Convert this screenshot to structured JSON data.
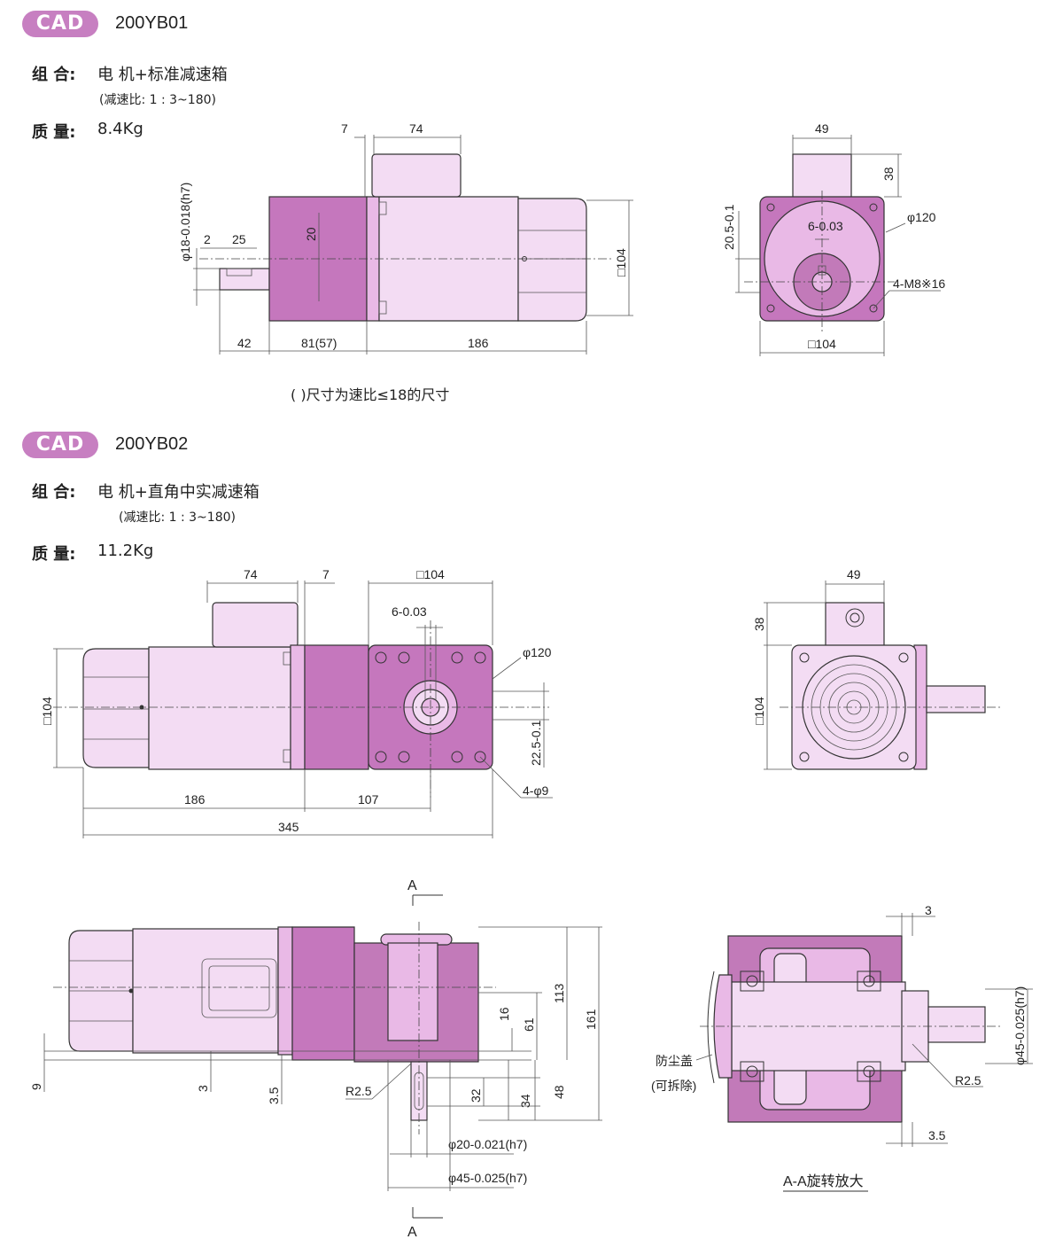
{
  "sections": [
    {
      "badge": "CAD",
      "model": "200YB01",
      "combo_label": "组 合:",
      "combo_value": "电 机+标准减速箱",
      "ratio": "(减速比: 1 : 3~180)",
      "mass_label": "质 量:",
      "mass_value": "8.4Kg",
      "note": "( )尺寸为速比≤18的尺寸"
    },
    {
      "badge": "CAD",
      "model": "200YB02",
      "combo_label": "组 合:",
      "combo_value": "电 机+直角中实减速箱",
      "ratio": "(减速比: 1 : 3~180)",
      "mass_label": "质 量:",
      "mass_value": "11.2Kg"
    }
  ],
  "dims1_front": {
    "d7": "7",
    "d74": "74",
    "shaft": "φ18-0.018(h7)",
    "d2": "2",
    "d25": "25",
    "d20": "20",
    "d104": "□104",
    "d42": "42",
    "d81": "81(57)",
    "d186": "186"
  },
  "dims1_side": {
    "d49": "49",
    "d38": "38",
    "key": "6-0.03",
    "d20_5": "20.5-0.1",
    "d120": "φ120",
    "holes": "4-M8※16",
    "d104": "□104"
  },
  "dims2_front": {
    "d74": "74",
    "d7": "7",
    "d104top": "□104",
    "key": "6-0.03",
    "d120": "φ120",
    "d104left": "□104",
    "d22_5": "22.5-0.1",
    "holes": "4-φ9",
    "d186": "186",
    "d107": "107",
    "d345": "345"
  },
  "dims2_side": {
    "d49": "49",
    "d38": "38",
    "d104": "□104"
  },
  "dims2_section": {
    "markA": "A",
    "d113": "113",
    "d161": "161",
    "d16": "16",
    "d61": "61",
    "d9": "9",
    "d3": "3",
    "d3_5": "3.5",
    "r25": "R2.5",
    "d32": "32",
    "d34": "34",
    "d48": "48",
    "shaft20": "φ20-0.021(h7)",
    "shaft45": "φ45-0.025(h7)"
  },
  "dims2_detail": {
    "d3": "3",
    "shaft45": "φ45-0.025(h7)",
    "r25": "R2.5",
    "d3_5": "3.5",
    "dust1": "防尘盖",
    "dust2": "(可拆除)",
    "title": "A-A旋转放大"
  }
}
